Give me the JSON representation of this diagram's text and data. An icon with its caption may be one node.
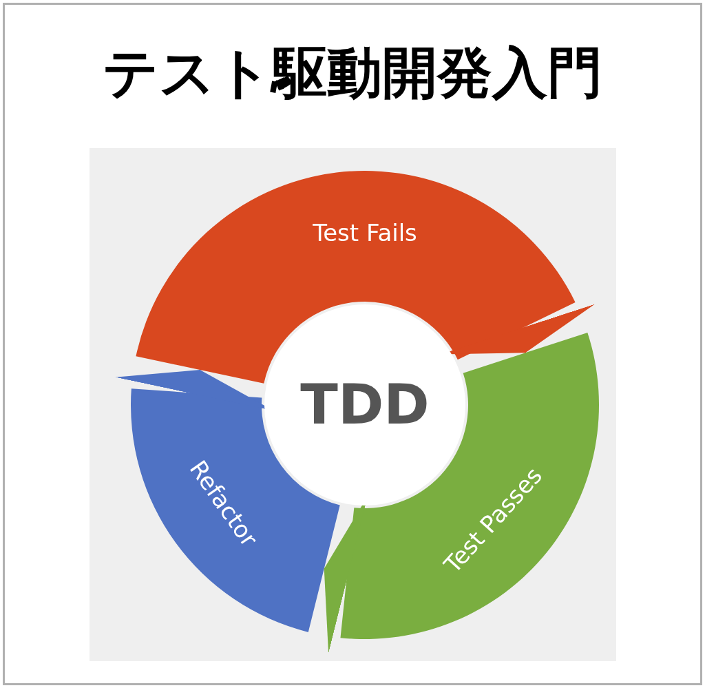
{
  "diagram": {
    "title": "テスト駆動開発入門",
    "nodes": [
      {
        "text": [
          "Test Fails"
        ]
      },
      {
        "text": [
          "Test Passes"
        ]
      },
      {
        "text": [
          "Refactor"
        ]
      },
      {
        "text": [
          "TDD"
        ]
      }
    ],
    "edges": [
      {
        "from": 0,
        "to": 1,
        "arrow": "to",
        "color": "#d9481f"
      },
      {
        "from": 1,
        "to": 2,
        "arrow": "to",
        "color": "#7aae40"
      },
      {
        "from": 2,
        "to": 0,
        "arrow": "to",
        "color": "#4f72c4"
      }
    ]
  }
}
